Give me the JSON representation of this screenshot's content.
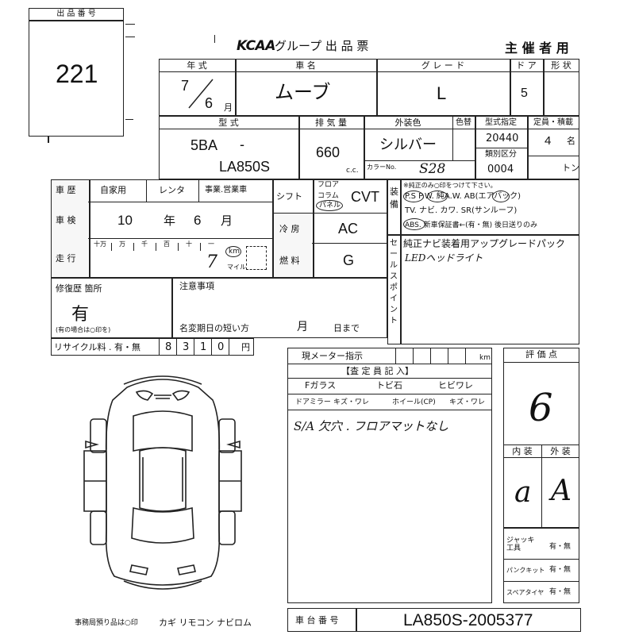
{
  "header": {
    "lot_label": "出 品 番 号",
    "lot_number": "221",
    "group_title": "グループ 出 品 票",
    "logo_text": "KCAA",
    "host": "主 催 者 用"
  },
  "row1": {
    "year_label": "年 式",
    "year_era": "7",
    "year_month": "6",
    "month_suffix": "月",
    "car_label": "車 名",
    "car_name": "ムーブ",
    "grade_label": "グ レ ー ド",
    "grade": "L",
    "doors_label": "ド ア",
    "doors": "5",
    "shape_label": "形 状"
  },
  "row2": {
    "model_label": "型 式",
    "model_prefix": "5BA",
    "model_dash": "-",
    "model_code": "LA850S",
    "cc_label": "排 気 量",
    "cc": "660",
    "cc_unit": "c.c.",
    "ext_color_label": "外装色",
    "ext_color": "シルバー",
    "color_change_label": "色替",
    "color_no_label": "カラーNo.",
    "color_no": "S28",
    "type_spec_label": "型式指定",
    "type_spec": "20440",
    "class_label": "類別区分",
    "class": "0004",
    "capacity_label": "定員・積載",
    "capacity": "4",
    "capacity_unit": "名",
    "ton_unit": "トン"
  },
  "history": {
    "label": "車 歴",
    "opt1": "自家用",
    "opt2": "レンタ",
    "opt3": "事業.営業車"
  },
  "inspection": {
    "label": "車 検",
    "year": "10",
    "year_suffix": "年",
    "month": "6",
    "month_suffix": "月"
  },
  "mileage": {
    "label": "走 行",
    "digits": [
      "十万",
      "万",
      "千",
      "百",
      "十",
      "一"
    ],
    "unit_km": "km",
    "unit_mile": "マイル",
    "handwritten": "7"
  },
  "shift": {
    "label": "シフト",
    "opt_floor": "フロア",
    "opt_column": "コラム",
    "opt_panel": "パネル",
    "value": "CVT"
  },
  "ac": {
    "label": "冷 房",
    "value": "AC"
  },
  "fuel": {
    "label": "燃 料",
    "value": "G"
  },
  "equipment": {
    "label": "装備",
    "note": "※純正のみ○印をつけて下さい。",
    "line1": "P.S  P.W. 純A.W.  AB(エアバック)",
    "line2": "TV. ナビ. カワ. SR(サンルーフ)",
    "line3": "ABS.  新車保証書←(有・無) 後日送りのみ"
  },
  "sales_point": {
    "label": "セールスポイント",
    "line1": "純正ナビ装着用アップグレードパック",
    "line2": "LEDヘッドライト"
  },
  "repair": {
    "label": "修復歴 箇所",
    "value": "有",
    "note": "(有の場合は○印を)"
  },
  "notes": {
    "label": "注意事項",
    "deadline_label": "名変期日の短い方",
    "month_suffix": "月",
    "day_suffix": "日まで"
  },
  "recycle": {
    "label": "リサイクル料 . 有・無",
    "digits": [
      "8",
      "3",
      "1",
      "0"
    ],
    "unit": "円"
  },
  "meter": {
    "label": "現メーター指示",
    "unit": "km"
  },
  "inspector": {
    "header": "【査 定 員 記 入】",
    "row1": [
      "Fガラス",
      "トビ石",
      "ヒビワレ"
    ],
    "row2": [
      "ドアミラー",
      "キズ・ワレ",
      "ホイール(CP)",
      "キズ・ワレ"
    ],
    "handwritten": "S/A 欠穴 . フロアマットなし"
  },
  "rating": {
    "label": "評 価 点",
    "score": "6",
    "interior_label": "内 装",
    "exterior_label": "外 装",
    "interior": "a",
    "exterior": "A"
  },
  "tools": {
    "jack_label": "ジャッキ 工具",
    "puncture_label": "パンクキット",
    "spare_label": "スペアタイヤ",
    "yes_no": "有・無"
  },
  "footer": {
    "office_note": "事務局預り品は○印",
    "items": "カギ  リモコン  ナビロム",
    "chassis_label": "車 台 番 号",
    "chassis_number": "LA850S-2005377"
  }
}
